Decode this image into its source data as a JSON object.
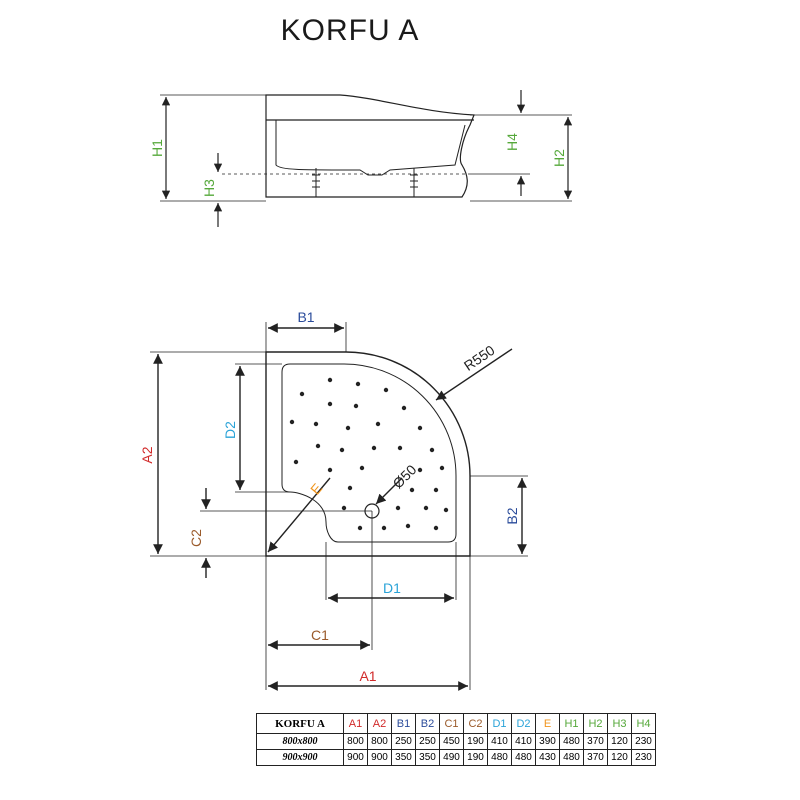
{
  "title": "KORFU A",
  "colors": {
    "red": "#d12a2a",
    "blue": "#2b4c9b",
    "cyan": "#2aa3d8",
    "green": "#55a83a",
    "brown": "#9a5a2a",
    "orange": "#f0951e",
    "line": "#222222"
  },
  "labels": {
    "H1": "H1",
    "H2": "H2",
    "H3": "H3",
    "H4": "H4",
    "A1": "A1",
    "A2": "A2",
    "B1": "B1",
    "B2": "B2",
    "C1": "C1",
    "C2": "C2",
    "D1": "D1",
    "D2": "D2",
    "E": "E",
    "R": "R550",
    "drain": "Ø50"
  },
  "table": {
    "header_model": "KORFU A",
    "columns": [
      {
        "label": "A1",
        "color": "#d12a2a"
      },
      {
        "label": "A2",
        "color": "#d12a2a"
      },
      {
        "label": "B1",
        "color": "#2b4c9b"
      },
      {
        "label": "B2",
        "color": "#2b4c9b"
      },
      {
        "label": "C1",
        "color": "#9a5a2a"
      },
      {
        "label": "C2",
        "color": "#9a5a2a"
      },
      {
        "label": "D1",
        "color": "#2aa3d8"
      },
      {
        "label": "D2",
        "color": "#2aa3d8"
      },
      {
        "label": "E",
        "color": "#f0951e"
      },
      {
        "label": "H1",
        "color": "#55a83a"
      },
      {
        "label": "H2",
        "color": "#55a83a"
      },
      {
        "label": "H3",
        "color": "#55a83a"
      },
      {
        "label": "H4",
        "color": "#55a83a"
      }
    ],
    "rows": [
      {
        "model": "800x800",
        "values": [
          "800",
          "800",
          "250",
          "250",
          "450",
          "190",
          "410",
          "410",
          "390",
          "480",
          "370",
          "120",
          "230"
        ]
      },
      {
        "model": "900x900",
        "values": [
          "900",
          "900",
          "350",
          "350",
          "490",
          "190",
          "480",
          "480",
          "430",
          "480",
          "370",
          "120",
          "230"
        ]
      }
    ]
  }
}
